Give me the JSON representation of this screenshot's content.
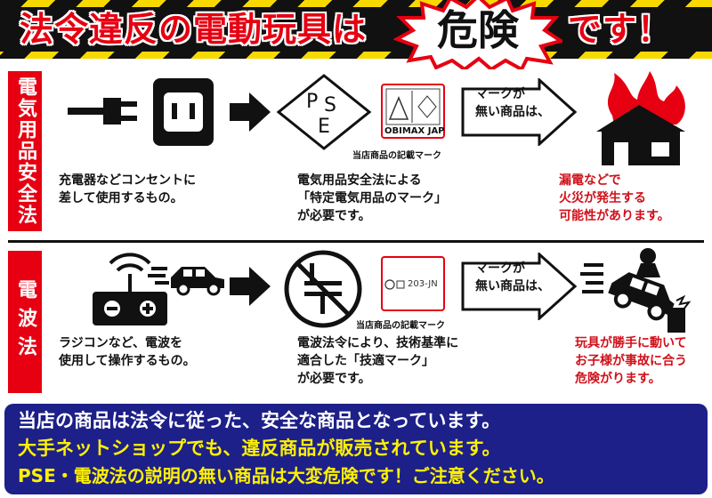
{
  "header": {
    "title_left": "法令違反の電動玩具は",
    "danger_word": "危険",
    "title_right": "です！"
  },
  "electric": {
    "side_label": "電気用品安全法",
    "plug_desc": "充電器などコンセントに\n差して使用するもの。",
    "mark_desc": "電気用品安全法による\n「特定電気用品のマーク」\nが必要です。",
    "pse_letters": [
      "P",
      "S",
      "E"
    ],
    "label_brand": "OBIMAX JAP",
    "store_label": "当店商品の記載マーク",
    "arrow_text": "マークが\n無い商品は、",
    "danger_desc": "漏電などで\n火災が発生する\n可能性があります。"
  },
  "radio": {
    "side_label": "電波法",
    "toy_desc": "ラジコンなど、電波を\n使用して操作するもの。",
    "mark_desc": "電波法令により、技術基準に\n適合した「技適マーク」\nが必要です。",
    "label_code": "203-JN",
    "store_label": "当店商品の記載マーク",
    "arrow_text": "マークが\n無い商品は、",
    "danger_desc": "玩具が勝手に動いて\nお子様が事故に合う\n危険がります。"
  },
  "bottom": {
    "line1": "当店の商品は法令に従った、安全な商品となっています。",
    "line2": "大手ネットショップでも、違反商品が販売されています。",
    "line3": "PSE・電波法の説明の無い商品は大変危険です！ご注意ください。"
  },
  "colors": {
    "red": "#e60012",
    "navy": "#1d2088",
    "yellow": "#fff100",
    "hazard_yellow": "#f7d900"
  }
}
